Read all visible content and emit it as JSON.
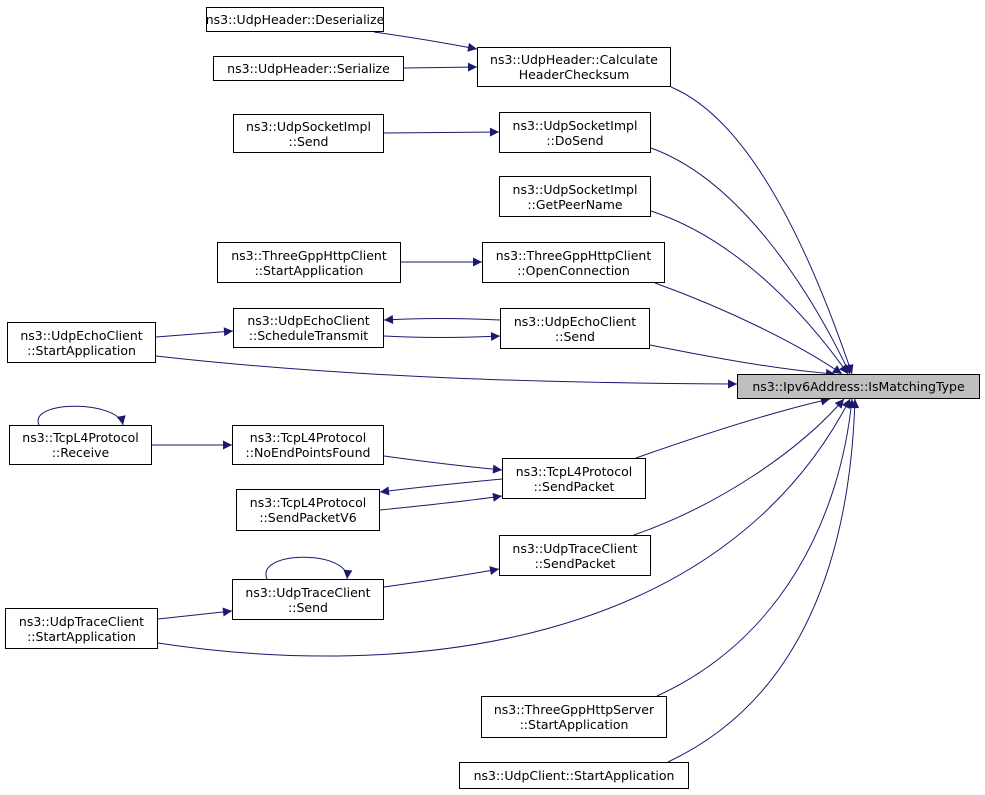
{
  "graph": {
    "edge_color": "#191970",
    "focus_fill": "#bfbfbf",
    "nodes": {
      "target": {
        "lines": [
          "ns3::Ipv6Address::IsMatchingType"
        ]
      },
      "udphdr_deser": {
        "lines": [
          "ns3::UdpHeader::Deserialize"
        ]
      },
      "udphdr_ser": {
        "lines": [
          "ns3::UdpHeader::Serialize"
        ]
      },
      "udphdr_calc": {
        "lines": [
          "ns3::UdpHeader::Calculate",
          "HeaderChecksum"
        ]
      },
      "udpsock_send": {
        "lines": [
          "ns3::UdpSocketImpl",
          "::Send"
        ]
      },
      "udpsock_dosend": {
        "lines": [
          "ns3::UdpSocketImpl",
          "::DoSend"
        ]
      },
      "udpsock_peer": {
        "lines": [
          "ns3::UdpSocketImpl",
          "::GetPeerName"
        ]
      },
      "tgpp_client_start": {
        "lines": [
          "ns3::ThreeGppHttpClient",
          "::StartApplication"
        ]
      },
      "tgpp_client_open": {
        "lines": [
          "ns3::ThreeGppHttpClient",
          "::OpenConnection"
        ]
      },
      "echo_start": {
        "lines": [
          "ns3::UdpEchoClient",
          "::StartApplication"
        ]
      },
      "echo_sched": {
        "lines": [
          "ns3::UdpEchoClient",
          "::ScheduleTransmit"
        ]
      },
      "echo_send": {
        "lines": [
          "ns3::UdpEchoClient",
          "::Send"
        ]
      },
      "tcp_receive": {
        "lines": [
          "ns3::TcpL4Protocol",
          "::Receive"
        ]
      },
      "tcp_noend": {
        "lines": [
          "ns3::TcpL4Protocol",
          "::NoEndPointsFound"
        ]
      },
      "tcp_sendpkt": {
        "lines": [
          "ns3::TcpL4Protocol",
          "::SendPacket"
        ]
      },
      "tcp_sendv6": {
        "lines": [
          "ns3::TcpL4Protocol",
          "::SendPacketV6"
        ]
      },
      "trace_sendpkt": {
        "lines": [
          "ns3::UdpTraceClient",
          "::SendPacket"
        ]
      },
      "trace_send": {
        "lines": [
          "ns3::UdpTraceClient",
          "::Send"
        ]
      },
      "trace_start": {
        "lines": [
          "ns3::UdpTraceClient",
          "::StartApplication"
        ]
      },
      "tgpp_server_start": {
        "lines": [
          "ns3::ThreeGppHttpServer",
          "::StartApplication"
        ]
      },
      "udpclient_start": {
        "lines": [
          "ns3::UdpClient::StartApplication"
        ]
      }
    },
    "edges": [
      {
        "from": "udphdr_deser",
        "to": "udphdr_calc"
      },
      {
        "from": "udphdr_ser",
        "to": "udphdr_calc"
      },
      {
        "from": "udphdr_calc",
        "to": "target"
      },
      {
        "from": "udpsock_send",
        "to": "udpsock_dosend"
      },
      {
        "from": "udpsock_dosend",
        "to": "target"
      },
      {
        "from": "udpsock_peer",
        "to": "target"
      },
      {
        "from": "tgpp_client_start",
        "to": "tgpp_client_open"
      },
      {
        "from": "tgpp_client_open",
        "to": "target"
      },
      {
        "from": "echo_start",
        "to": "echo_sched"
      },
      {
        "from": "echo_sched",
        "to": "echo_send"
      },
      {
        "from": "echo_send",
        "to": "echo_sched"
      },
      {
        "from": "echo_send",
        "to": "target"
      },
      {
        "from": "echo_start",
        "to": "target"
      },
      {
        "from": "tcp_receive",
        "to": "tcp_receive"
      },
      {
        "from": "tcp_receive",
        "to": "tcp_noend"
      },
      {
        "from": "tcp_noend",
        "to": "tcp_sendpkt"
      },
      {
        "from": "tcp_sendpkt",
        "to": "tcp_sendv6"
      },
      {
        "from": "tcp_sendv6",
        "to": "tcp_sendpkt"
      },
      {
        "from": "tcp_sendpkt",
        "to": "target"
      },
      {
        "from": "trace_sendpkt",
        "to": "target"
      },
      {
        "from": "trace_send",
        "to": "trace_send"
      },
      {
        "from": "trace_send",
        "to": "trace_sendpkt"
      },
      {
        "from": "trace_start",
        "to": "trace_send"
      },
      {
        "from": "trace_start",
        "to": "target"
      },
      {
        "from": "tgpp_server_start",
        "to": "target"
      },
      {
        "from": "udpclient_start",
        "to": "target"
      }
    ]
  }
}
